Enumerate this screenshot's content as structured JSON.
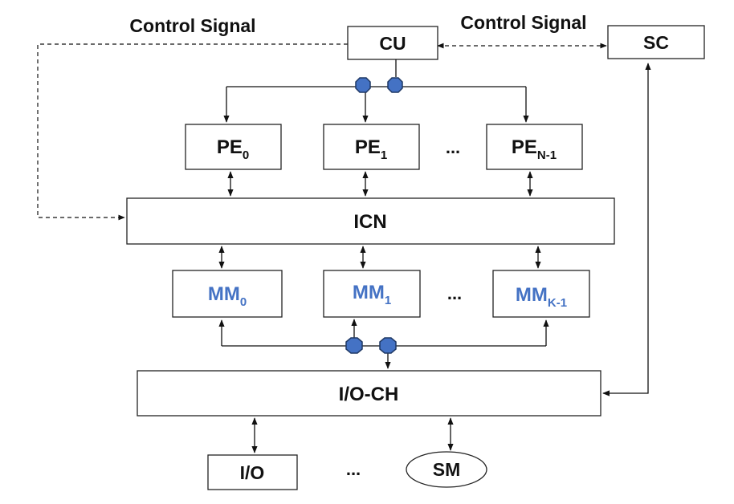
{
  "labels": {
    "control_signal_left": "Control Signal",
    "control_signal_right": "Control Signal",
    "cu": "CU",
    "sc": "SC",
    "pe0": "PE",
    "pe0_sub": "0",
    "pe1": "PE",
    "pe1_sub": "1",
    "pen": "PE",
    "pen_sub": "N-1",
    "pe_ellipsis": "...",
    "icn": "ICN",
    "mm0": "MM",
    "mm0_sub": "0",
    "mm1": "MM",
    "mm1_sub": "1",
    "mmk": "MM",
    "mmk_sub": "K-1",
    "mm_ellipsis": "...",
    "ioch": "I/O-CH",
    "io": "I/O",
    "io_ellipsis": "...",
    "sm": "SM"
  },
  "colors": {
    "memory_text": "#4472c4",
    "node_fill": "#4472c4",
    "line": "#111111"
  }
}
